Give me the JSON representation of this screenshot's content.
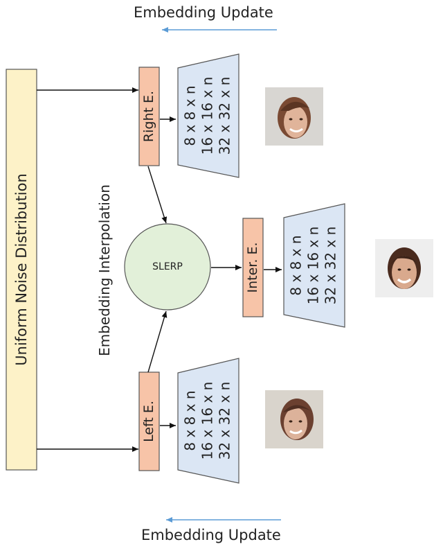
{
  "top_update": {
    "label": "Embedding Update"
  },
  "bottom_update": {
    "label": "Embedding Update"
  },
  "noise": {
    "label": "Uniform Noise Distribution"
  },
  "interpolation": {
    "label": "Embedding Interpolation"
  },
  "slerp": {
    "label": "SLERP"
  },
  "encoders": {
    "right": {
      "label": "Right E."
    },
    "inter": {
      "label": "Inter. E."
    },
    "left": {
      "label": "Left E."
    }
  },
  "decoders": {
    "right": {
      "layers": [
        "8 x 8 x n",
        "16 x 16 x n",
        "32 x 32 x n"
      ]
    },
    "inter": {
      "layers": [
        "8 x 8 x n",
        "16 x 16 x n",
        "32 x 32 x n"
      ]
    },
    "left": {
      "layers": [
        "8 x 8 x n",
        "16 x 16 x n",
        "32 x 32 x n"
      ]
    }
  },
  "colors": {
    "noise_fill": "#fdf2c8",
    "encoder_fill": "#f7c4a8",
    "decoder_fill": "#dbe6f4",
    "slerp_fill": "#e2f0d9",
    "update_arrow": "#5b9bd5"
  }
}
